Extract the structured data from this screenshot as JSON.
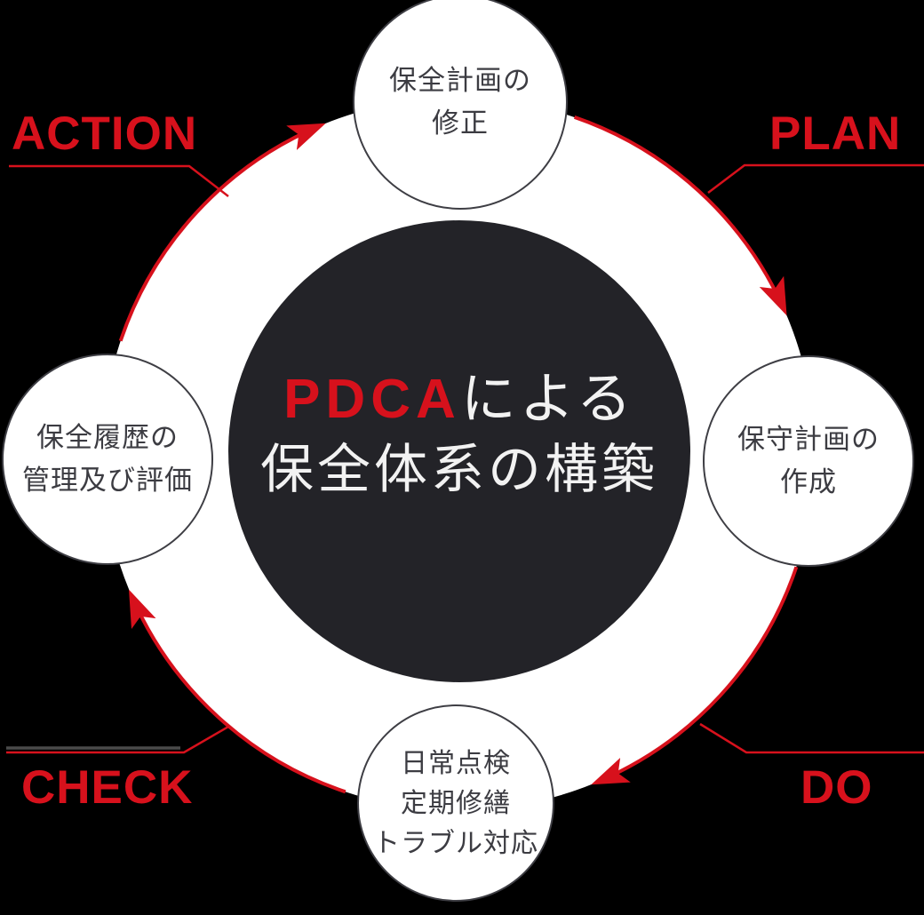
{
  "diagram": {
    "center": {
      "highlight": "PDCA",
      "suffix": "による",
      "line2": "保全体系の構築"
    },
    "labels": {
      "action": "ACTION",
      "plan": "PLAN",
      "do": "DO",
      "check": "CHECK"
    },
    "nodes": {
      "top": {
        "lines": [
          "保全計画の",
          "修正"
        ]
      },
      "right": {
        "lines": [
          "保守計画の",
          "作成"
        ]
      },
      "bottom": {
        "lines": [
          "日常点検",
          "定期修繕",
          "トラブル対応"
        ]
      },
      "left": {
        "lines": [
          "保全履歴の",
          "管理及び評価"
        ]
      }
    },
    "colors": {
      "accent_red": "#d7111c",
      "center_circle": "#232328",
      "center_text": "#f2f2f2",
      "node_fill": "#ffffff",
      "node_border": "#3e3e44",
      "node_text": "#3c3c42",
      "background": "#000000",
      "check_gray_line": "#4a4a4a"
    }
  }
}
